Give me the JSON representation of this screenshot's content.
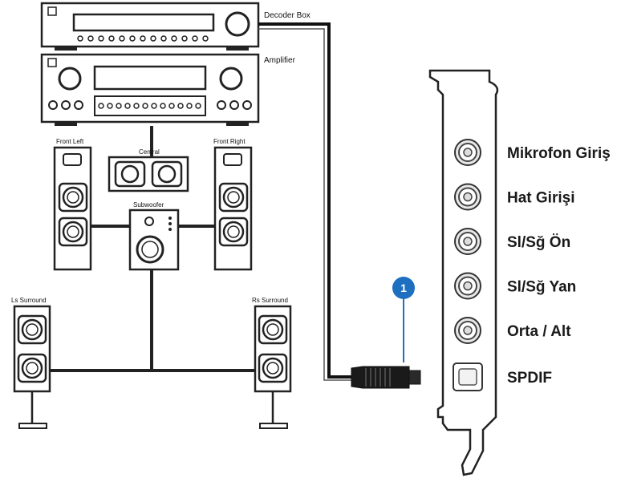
{
  "devices": {
    "decoder": "Decoder Box",
    "amplifier": "Amplifier"
  },
  "speakers": {
    "front_left": "Front Left",
    "central": "Central",
    "front_right": "Front Right",
    "subwoofer": "Subwoofer",
    "ls_surround": "Ls Surround",
    "rs_surround": "Rs Surround"
  },
  "card_ports": [
    {
      "label": "Mikrofon Giriş",
      "type": "jack"
    },
    {
      "label": "Hat Girişi",
      "type": "jack"
    },
    {
      "label": "Sl/Sğ Ön",
      "type": "jack"
    },
    {
      "label": "Sl/Sğ Yan",
      "type": "jack"
    },
    {
      "label": "Orta / Alt",
      "type": "jack"
    },
    {
      "label": "SPDIF",
      "type": "optical"
    }
  ],
  "callout": {
    "number": "1",
    "color": "#1e6fc0"
  }
}
